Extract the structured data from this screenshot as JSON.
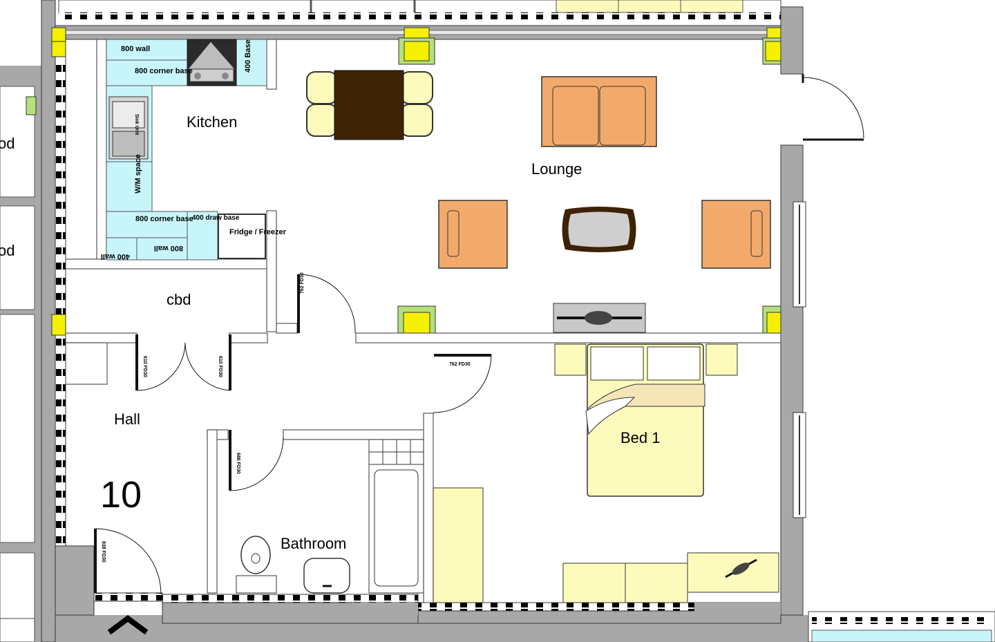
{
  "rooms": {
    "kitchen": "Kitchen",
    "lounge": "Lounge",
    "cbd_store": "cbd",
    "hall": "Hall",
    "bathroom": "Bathroom",
    "bed1": "Bed 1",
    "cbd_edge_upper": "od",
    "cbd_edge_lower": "od"
  },
  "unit_number": "10",
  "kitchen_units": {
    "wall_800_top": "800 wall",
    "corner_base_top": "800 corner base",
    "base_400": "400 Base",
    "sink": "Sink Unit",
    "wm_space": "W/M space",
    "corner_base_bottom": "800 corner base",
    "draw_base_400": "400 draw base",
    "fridge_freezer": "Fridge / Freezer",
    "wall_400": "400 wall",
    "wall_800_bottom": "800 wall"
  },
  "door_tags": {
    "lounge_door": "762 FD30",
    "bed_door": "762 FD30",
    "cbd_left": "610 FD30",
    "cbd_right": "610 FD30",
    "bath_door": "686 FD30",
    "entrance_door": "838 FD30"
  },
  "colors": {
    "wall": "#a8a8a8",
    "cabinet": "#c8f5fa",
    "sofa": "#f2aa6b",
    "cream": "#fdfbbb",
    "table": "#3d2205",
    "column": "#f4f000",
    "column_frame": "#b5e07a"
  }
}
